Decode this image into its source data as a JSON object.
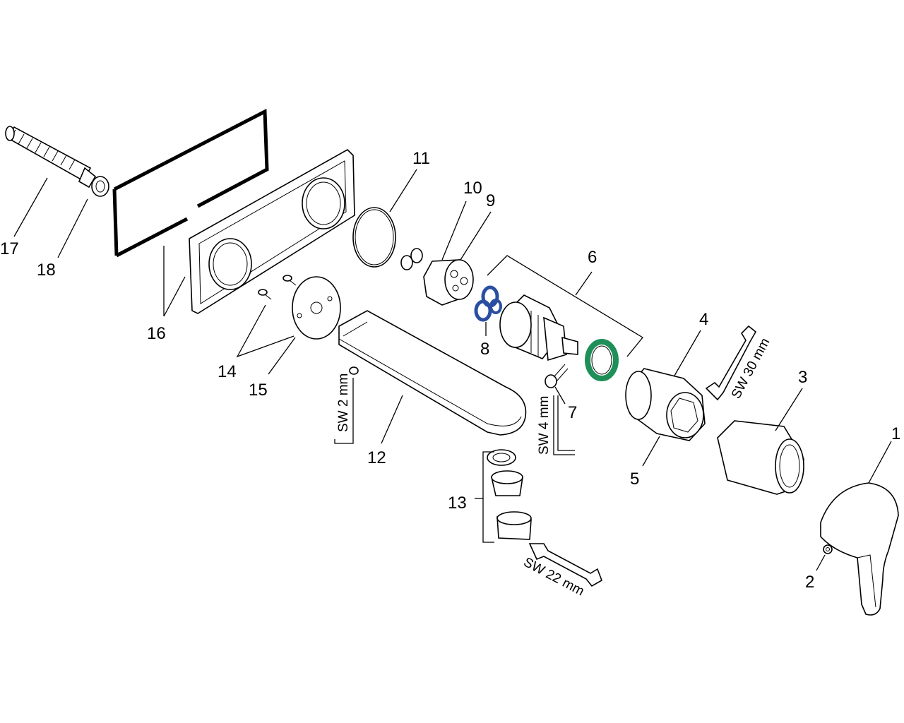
{
  "callouts": [
    {
      "id": "1",
      "text": "1"
    },
    {
      "id": "2",
      "text": "2"
    },
    {
      "id": "3",
      "text": "3"
    },
    {
      "id": "4",
      "text": "4"
    },
    {
      "id": "5",
      "text": "5"
    },
    {
      "id": "6",
      "text": "6"
    },
    {
      "id": "7",
      "text": "7"
    },
    {
      "id": "8",
      "text": "8"
    },
    {
      "id": "9",
      "text": "9"
    },
    {
      "id": "10",
      "text": "10"
    },
    {
      "id": "11",
      "text": "11"
    },
    {
      "id": "12",
      "text": "12"
    },
    {
      "id": "13",
      "text": "13"
    },
    {
      "id": "14",
      "text": "14"
    },
    {
      "id": "15",
      "text": "15"
    },
    {
      "id": "16",
      "text": "16"
    },
    {
      "id": "17",
      "text": "17"
    },
    {
      "id": "18",
      "text": "18"
    }
  ],
  "tools": {
    "wrench_30": "SW 30 mm",
    "hex_4": "SW 4 mm",
    "hex_2": "SW 2 mm",
    "wrench_22": "SW 22 mm"
  },
  "colors": {
    "line": "#000000",
    "oring_blue": "#2b4fa0",
    "clip_green": "#1f8f5a",
    "background": "#ffffff"
  }
}
